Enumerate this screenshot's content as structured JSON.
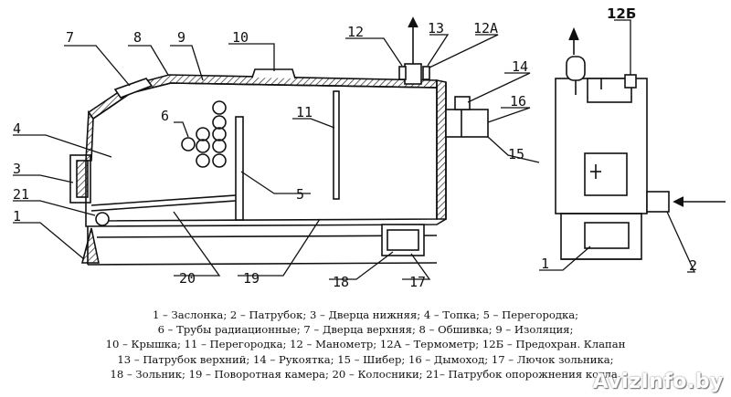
{
  "callouts": {
    "n1": "1",
    "n2": "2",
    "n3": "3",
    "n4": "4",
    "n5": "5",
    "n6": "6",
    "n7": "7",
    "n8": "8",
    "n9": "9",
    "n10": "10",
    "n11": "11",
    "n12": "12",
    "n12a": "12А",
    "n12b": "12Б",
    "n13": "13",
    "n14": "14",
    "n15": "15",
    "n16": "16",
    "n17": "17",
    "n18": "18",
    "n19": "19",
    "n20": "20",
    "n21": "21",
    "side1": "1",
    "side2": "2"
  },
  "legend": [
    "1 – Заслонка;  2 – Патрубок;  3 – Дверца нижняя;  4 – Топка;  5 – Перегородка;",
    "6 – Трубы радиационные;  7 – Дверца верхняя;  8 – Обшивка;  9 – Изоляция;",
    "10 – Крышка;  11 – Перегородка;  12 – Манометр;  12А – Термометр;  12Б – Предохран. Клапан",
    "13 – Патрубок верхний;  14 – Рукоятка;  15 – Шибер;  16 – Дымоход;  17 – Лючок зольника;",
    "18 – Зольник;  19 – Поворотная камера;  20 – Колосники;  21– Патрубок опорожнения котла."
  ],
  "watermark": "AvizInfo.by"
}
